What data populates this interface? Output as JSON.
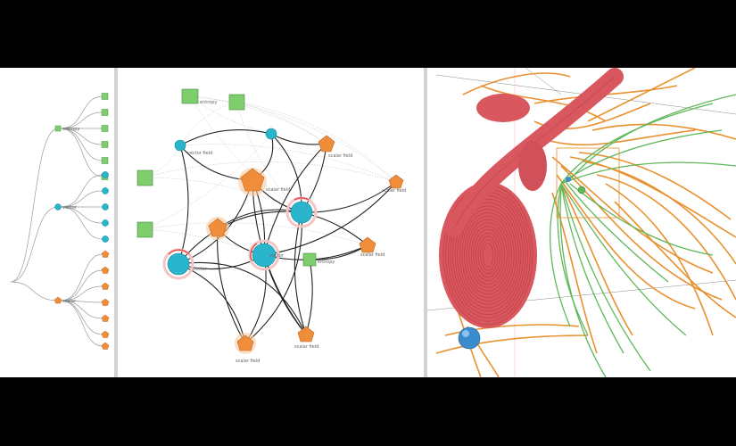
{
  "colors": {
    "entropy_node": "#7fce6e",
    "vector_node": "#2bb5cc",
    "scalar_node": "#f08d3a",
    "selection_ring": "#e84a4a",
    "tree_line": "#9a9a9a",
    "edge": "#222222",
    "stream_red": "#d9575e",
    "stream_orange": "#e9902f",
    "stream_green": "#5fb85a",
    "probe_sphere": "#3a8ccc"
  },
  "tree": {
    "groups": [
      {
        "label": "entropy",
        "icon": "entropy-square-icon"
      },
      {
        "label": "vector",
        "icon": "vector-circle-icon"
      },
      {
        "label": "scalar",
        "icon": "scalar-pentagon-icon"
      }
    ]
  },
  "graph": {
    "labels": {
      "entropy_top": "entropy",
      "vector_upper": "vector field",
      "scalar_upper_right": "scalar field",
      "scalar_mid": "scalar field",
      "scalar_right": "scalar field",
      "vector_center": "vector",
      "vector_left": "vector",
      "entropy_right": "entropy",
      "scalar_right_low": "scalar field",
      "scalar_bottom_mid": "scalar field",
      "scalar_bottom": "scalar field"
    }
  },
  "view3d": {
    "description_icons": [
      "probe-sphere-icon"
    ]
  }
}
